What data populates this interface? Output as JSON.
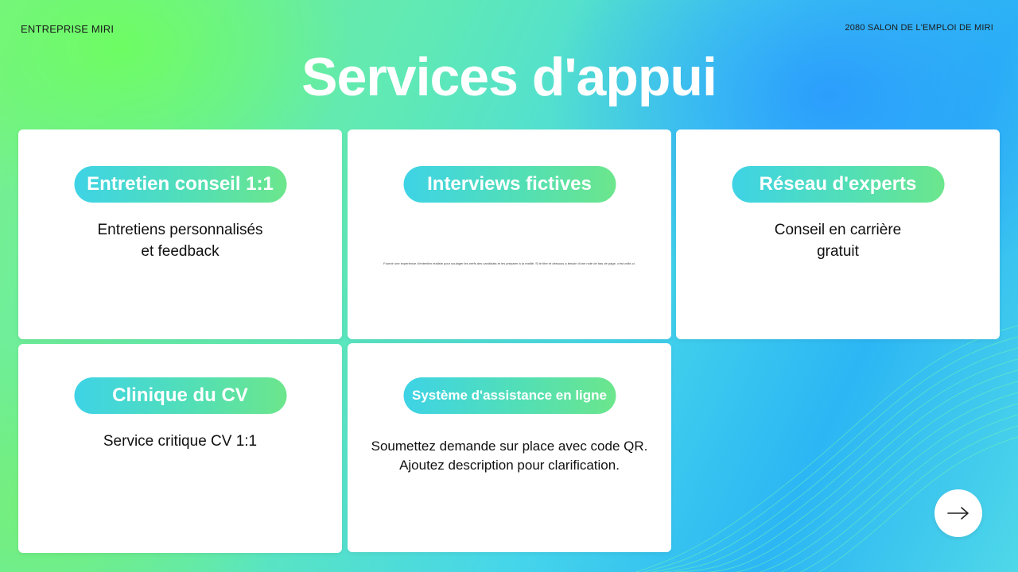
{
  "header": {
    "company": "ENTREPRISE MIRI",
    "event": "2080 SALON DE L'EMPLOI DE MIRI"
  },
  "page": {
    "title": "Services d'appui"
  },
  "cards": [
    {
      "label": "Entretien conseil 1:1",
      "desc_line1": "Entretiens personnalisés",
      "desc_line2": "et feedback"
    },
    {
      "label": "Interviews fictives",
      "desc": "Fournir une expérience d'entretien réaliste pour soulager les nerfs des candidats et les préparer à la réalité. Si le titre et dessous a besoin d'une note de bas de page, c'est celle-ci."
    },
    {
      "label": "Réseau d'experts",
      "desc_line1": "Conseil en carrière",
      "desc_line2": "gratuit"
    },
    {
      "label": "Clinique du CV",
      "desc_line1": "Service critique CV 1:1"
    },
    {
      "label": "Système d'assistance en ligne",
      "desc_line1": "Soumettez demande sur place avec code QR.",
      "desc_line2": "Ajoutez description pour clarification."
    }
  ],
  "nav": {
    "next_icon": "arrow-right-icon"
  }
}
